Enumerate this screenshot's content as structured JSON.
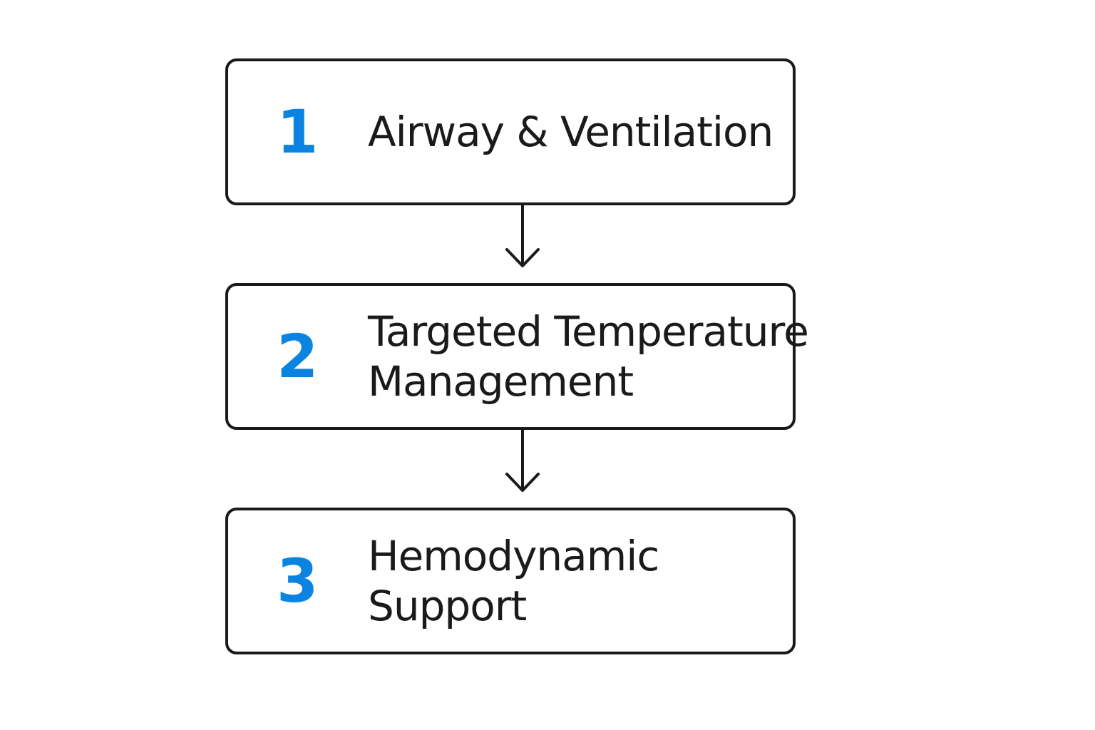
{
  "colors": {
    "number": "#0a84e0",
    "stroke": "#1a1a1a",
    "text": "#1a1a1a",
    "background": "#ffffff"
  },
  "steps": [
    {
      "number": "1",
      "label_lines": [
        "Airway & Ventilation"
      ]
    },
    {
      "number": "2",
      "label_lines": [
        "Targeted Temperature",
        "Management"
      ]
    },
    {
      "number": "3",
      "label_lines": [
        "Hemodynamic",
        "Support"
      ]
    }
  ],
  "connectors": [
    {
      "from": "1",
      "to": "2",
      "icon": "down-arrow-icon"
    },
    {
      "from": "2",
      "to": "3",
      "icon": "down-arrow-icon"
    }
  ]
}
